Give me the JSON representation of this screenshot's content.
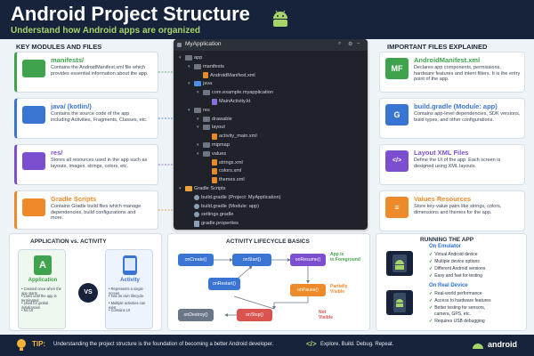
{
  "header": {
    "title": "Android Project Structure",
    "subtitle": "Understand how Android apps are organized"
  },
  "left": {
    "section_title": "KEY MODULES AND FILES",
    "cards": [
      {
        "title": "manifests/",
        "desc": "Contains the AndroidManifest.xml file which provides essential information about the app.",
        "color": "#3fa34d"
      },
      {
        "title": "java/ (kotlin/)",
        "desc": "Contains the source code of the app including Activities, Fragments, Classes, etc.",
        "color": "#3a75d4"
      },
      {
        "title": "res/",
        "desc": "Stores all resources used in the app such as layouts, images, strings, colors, etc.",
        "color": "#7c4fd0"
      },
      {
        "title": "Gradle Scripts",
        "desc": "Contains Gradle build files which manage dependencies, build configurations and more.",
        "color": "#ee8a2a"
      }
    ]
  },
  "ide": {
    "title": "MyApplication",
    "rows": [
      {
        "text": "app",
        "indent": 0,
        "icon": "folder"
      },
      {
        "text": "manifests",
        "indent": 1,
        "icon": "folder"
      },
      {
        "text": "AndroidManifest.xml",
        "indent": 2,
        "icon": "fileo"
      },
      {
        "text": "java",
        "indent": 1,
        "icon": "folder-blue"
      },
      {
        "text": "com.example.myapplication",
        "indent": 2,
        "icon": "folder"
      },
      {
        "text": "MainActivity.kt",
        "indent": 3,
        "icon": "filek"
      },
      {
        "text": "res",
        "indent": 1,
        "icon": "folder"
      },
      {
        "text": "drawable",
        "indent": 2,
        "icon": "folder"
      },
      {
        "text": "layout",
        "indent": 2,
        "icon": "folder"
      },
      {
        "text": "activity_main.xml",
        "indent": 3,
        "icon": "fileo"
      },
      {
        "text": "mipmap",
        "indent": 2,
        "icon": "folder"
      },
      {
        "text": "values",
        "indent": 2,
        "icon": "folder"
      },
      {
        "text": "strings.xml",
        "indent": 3,
        "icon": "fileo"
      },
      {
        "text": "colors.xml",
        "indent": 3,
        "icon": "fileo"
      },
      {
        "text": "themes.xml",
        "indent": 3,
        "icon": "fileo"
      },
      {
        "text": "Gradle Scripts",
        "indent": 0,
        "icon": "folder-orange"
      },
      {
        "text": "build.gradle (Project: MyApplication)",
        "indent": 1,
        "icon": "gear"
      },
      {
        "text": "build.gradle (Module: app)",
        "indent": 1,
        "icon": "gear"
      },
      {
        "text": "settings.gradle",
        "indent": 1,
        "icon": "gear"
      },
      {
        "text": "gradle.properties",
        "indent": 1,
        "icon": "fileg"
      }
    ]
  },
  "right": {
    "section_title": "IMPORTANT FILES EXPLAINED",
    "cards": [
      {
        "icon": "MF",
        "title": "AndroidManifest.xml",
        "desc": "Declares app components, permissions, hardware features and intent filters. It is the entry point of the app.",
        "color": "#3fa34d"
      },
      {
        "icon": "G",
        "title": "build.gradle (Module: app)",
        "desc": "Contains app-level dependencies, SDK versions, build types, and other configurations.",
        "color": "#3a75d4"
      },
      {
        "icon": "</>",
        "title": "Layout XML Files",
        "desc": "Define the UI of the app. Each screen is designed using XML layouts.",
        "color": "#7c4fd0"
      },
      {
        "icon": "≡",
        "title": "Values Resources",
        "desc": "Store key-value pairs like strings, colors, dimensions and themes for the app.",
        "color": "#ee8a2a"
      }
    ]
  },
  "compare": {
    "title": "APPLICATION vs. ACTIVITY",
    "vs": "VS",
    "application": {
      "icon": "A",
      "name": "Application",
      "items": [
        "• Created once when the app starts",
        "• Lives until the app is terminated",
        "• Used for global initialization",
        "• No UI"
      ]
    },
    "activity": {
      "name": "Activity",
      "items": [
        "• Represents a single screen",
        "• Has its own lifecycle",
        "• Multiple activities can exist",
        "• Contains UI"
      ]
    }
  },
  "lifecycle": {
    "title": "ACTIVITY LIFECYCLE BASICS",
    "nodes": {
      "oncreate": "onCreate()",
      "onstart": "onStart()",
      "onresume": "onResume()",
      "onrestart": "onRestart()",
      "onpause": "onPause()",
      "onstop": "onStop()",
      "ondestroy": "onDestroy()"
    },
    "states": {
      "foreground": "App is\nin Foreground",
      "partial": "Partially\nVisible",
      "notvisible": "Not\nVisible"
    }
  },
  "running": {
    "title": "RUNNING THE APP",
    "emulator": {
      "title": "On Emulator",
      "items": [
        "Virtual Android device",
        "Multiple device options",
        "Different Android versions",
        "Easy and fast for testing"
      ]
    },
    "device": {
      "title": "On Real Device",
      "items": [
        "Real-world performance",
        "Access to hardware features",
        "Better testing for sensors,",
        "camera, GPS, etc.",
        "Requires USB debugging"
      ]
    }
  },
  "footer": {
    "tip_label": "TIP:",
    "tip_text": "Understanding the project structure is the foundation of becoming a better Android developer.",
    "tagline": "Explore. Build. Debug. Repeat.",
    "brand": "android"
  },
  "colors": {
    "green": "#3fa34d",
    "blue": "#3a75d4",
    "purple": "#7c4fd0",
    "orange": "#ee8a2a",
    "navy": "#17233a",
    "android_green": "#a7d36b"
  }
}
